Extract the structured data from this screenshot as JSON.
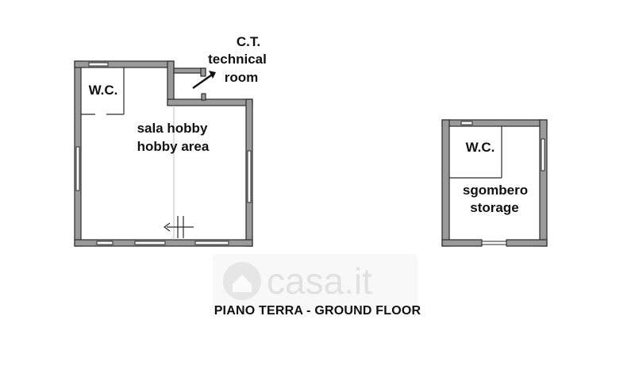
{
  "plan": {
    "ct_label": [
      "C.T.",
      "technical",
      "room"
    ],
    "wc_left_label": "W.C.",
    "hobby_label": [
      "sala hobby",
      "hobby area"
    ],
    "wc_right_label": "W.C.",
    "storage_label": [
      "sgombero",
      "storage"
    ],
    "floor_title": "PIANO TERRA - GROUND FLOOR"
  },
  "watermark": {
    "text": "casa.it"
  }
}
